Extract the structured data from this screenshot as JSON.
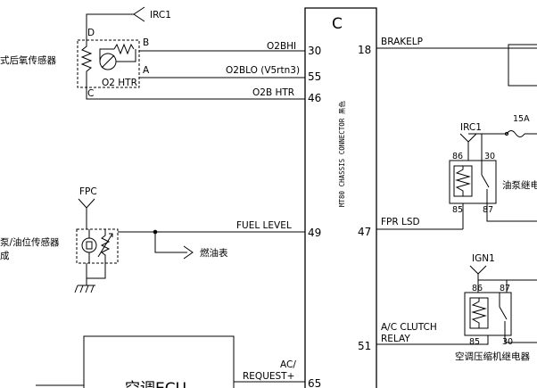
{
  "connector": {
    "letter": "C",
    "vertical_label": "MT80 CHASSIS CONNECTOR 黑色"
  },
  "left_pins": [
    {
      "signal": "O2BHI",
      "pin": "30"
    },
    {
      "signal": "O2BLO (V5rtn3)",
      "pin": "55"
    },
    {
      "signal": "O2B HTR",
      "pin": "46"
    },
    {
      "signal": "FUEL LEVEL",
      "pin": "49"
    },
    {
      "signal_line1": "AC/",
      "signal_line2": "REQUEST+",
      "pin": "65"
    }
  ],
  "right_pins": [
    {
      "signal": "BRAKELP",
      "pin": "18"
    },
    {
      "signal": "FPR LSD",
      "pin": "47"
    },
    {
      "signal_line1": "A/C CLUTCH",
      "signal_line2": "RELAY",
      "pin": "51"
    }
  ],
  "o2_sensor": {
    "label": "式后氧传感器",
    "supply": "IRC1",
    "terminals": {
      "d": "D",
      "b": "B",
      "a": "A",
      "c": "C"
    },
    "heater_label": "O2 HTR"
  },
  "fuel_sensor": {
    "supply": "FPC",
    "label_line1": "泵/油位传感器",
    "label_line2": "成",
    "gauge_label": "燃油表"
  },
  "ecu": {
    "label": "空调ECU"
  },
  "fuel_pump_relay": {
    "supply": "IRC1",
    "fuse": "15A",
    "pins": {
      "p86": "86",
      "p30": "30",
      "p85": "85",
      "p87": "87"
    },
    "label": "油泵继电"
  },
  "ac_relay": {
    "supply": "IGN1",
    "pins": {
      "p86": "86",
      "p87": "87",
      "p85": "85",
      "p30": "30"
    },
    "label": "空调压缩机继电器"
  }
}
